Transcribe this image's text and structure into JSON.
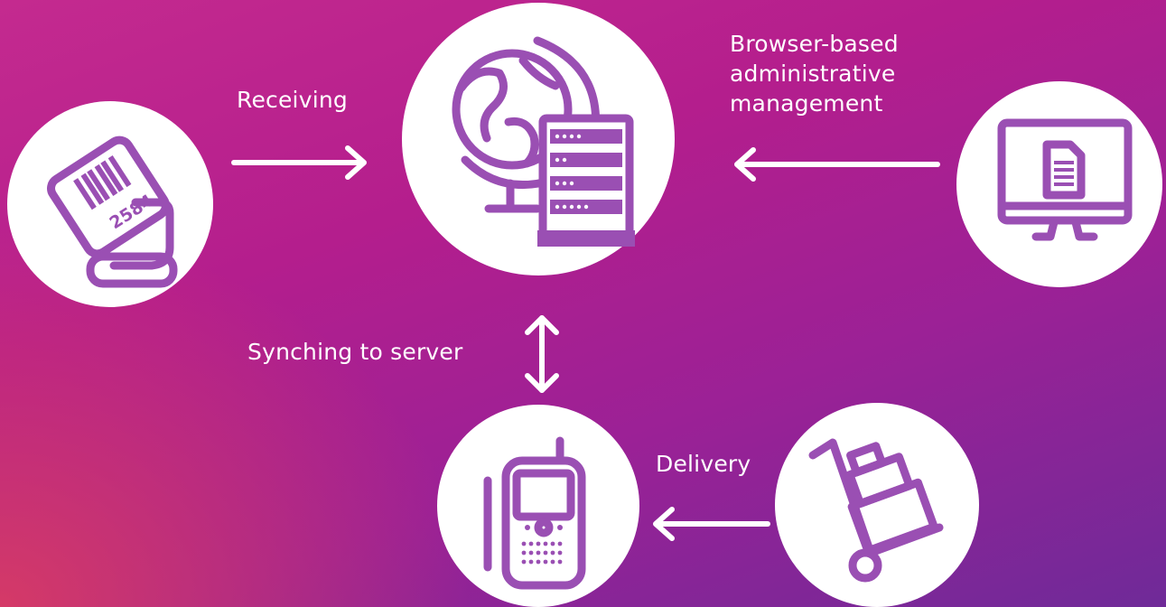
{
  "colors": {
    "background_start": "#c42a8f",
    "background_end": "#6f2a98",
    "icon": "#9a4fb3",
    "circle": "#ffffff",
    "text": "#ffffff"
  },
  "nodes": [
    {
      "id": "scanner",
      "icon": "hand-barcode-icon",
      "barcode_number": "2584"
    },
    {
      "id": "server",
      "icon": "globe-server-icon"
    },
    {
      "id": "computer",
      "icon": "monitor-document-icon"
    },
    {
      "id": "handheld",
      "icon": "mobile-device-icon"
    },
    {
      "id": "cart",
      "icon": "hand-truck-icon"
    }
  ],
  "labels": {
    "receiving": "Receiving",
    "browser_admin_line1": "Browser-based",
    "browser_admin_line2": "administrative",
    "browser_admin_line3": "management",
    "synching": "Synching to server",
    "delivery": "Delivery"
  }
}
